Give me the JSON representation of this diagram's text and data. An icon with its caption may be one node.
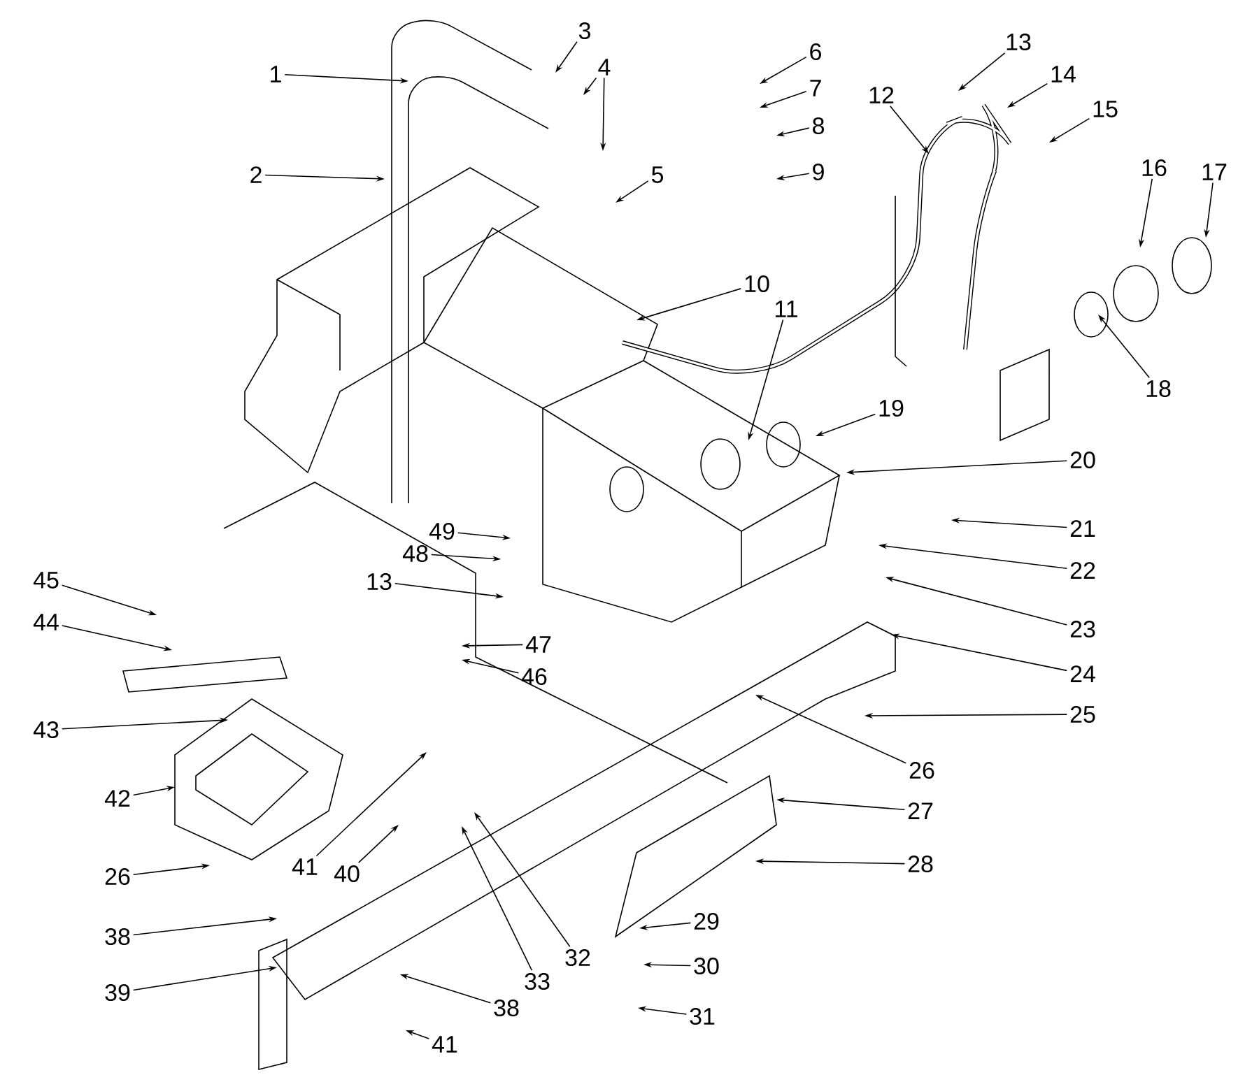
{
  "diagram": {
    "nodes": [
      {
        "text": [
          "1"
        ]
      },
      {
        "text": [
          "2"
        ]
      },
      {
        "text": [
          "3"
        ]
      },
      {
        "text": [
          "4"
        ]
      },
      {
        "text": [
          "5"
        ]
      },
      {
        "text": [
          "6"
        ]
      },
      {
        "text": [
          "7"
        ]
      },
      {
        "text": [
          "8"
        ]
      },
      {
        "text": [
          "9"
        ]
      },
      {
        "text": [
          "10"
        ]
      },
      {
        "text": [
          "11"
        ]
      },
      {
        "text": [
          "12"
        ]
      },
      {
        "text": [
          "13"
        ]
      },
      {
        "text": [
          "14"
        ]
      },
      {
        "text": [
          "15"
        ]
      },
      {
        "text": [
          "16"
        ]
      },
      {
        "text": [
          "17"
        ]
      },
      {
        "text": [
          "18"
        ]
      },
      {
        "text": [
          "19"
        ]
      },
      {
        "text": [
          "20"
        ]
      },
      {
        "text": [
          "21"
        ]
      },
      {
        "text": [
          "22"
        ]
      },
      {
        "text": [
          "23"
        ]
      },
      {
        "text": [
          "24"
        ]
      },
      {
        "text": [
          "25"
        ]
      },
      {
        "text": [
          "26"
        ]
      },
      {
        "text": [
          "27"
        ]
      },
      {
        "text": [
          "28"
        ]
      },
      {
        "text": [
          "29"
        ]
      },
      {
        "text": [
          "30"
        ]
      },
      {
        "text": [
          "31"
        ]
      },
      {
        "text": [
          "45"
        ]
      },
      {
        "text": [
          "44"
        ]
      },
      {
        "text": [
          "43"
        ]
      },
      {
        "text": [
          "42"
        ]
      },
      {
        "text": [
          "26"
        ]
      },
      {
        "text": [
          "49"
        ]
      },
      {
        "text": [
          "48"
        ]
      },
      {
        "text": [
          "13"
        ]
      },
      {
        "text": [
          "47"
        ]
      },
      {
        "text": [
          "46"
        ]
      },
      {
        "text": [
          "41"
        ]
      },
      {
        "text": [
          "40"
        ]
      },
      {
        "text": [
          "38"
        ]
      },
      {
        "text": [
          "39"
        ]
      },
      {
        "text": [
          "32"
        ]
      },
      {
        "text": [
          "33"
        ]
      },
      {
        "text": [
          "38"
        ]
      },
      {
        "text": [
          "41"
        ]
      }
    ],
    "edges": [
      {
        "from": 0,
        "to": null,
        "arrow": "to"
      },
      {
        "from": 1,
        "to": null,
        "arrow": "to"
      },
      {
        "from": 2,
        "to": null,
        "arrow": "to"
      },
      {
        "from": 3,
        "to": null,
        "arrow": "to"
      },
      {
        "from": 3,
        "to": null,
        "arrow": "to"
      },
      {
        "from": 4,
        "to": null,
        "arrow": "to"
      },
      {
        "from": 5,
        "to": null,
        "arrow": "to"
      },
      {
        "from": 6,
        "to": null,
        "arrow": "to"
      },
      {
        "from": 7,
        "to": null,
        "arrow": "to"
      },
      {
        "from": 8,
        "to": null,
        "arrow": "to"
      },
      {
        "from": 9,
        "to": null,
        "arrow": "to"
      },
      {
        "from": 10,
        "to": null,
        "arrow": "to"
      },
      {
        "from": 11,
        "to": null,
        "arrow": "to"
      },
      {
        "from": 12,
        "to": null,
        "arrow": "to"
      },
      {
        "from": 13,
        "to": null,
        "arrow": "to"
      },
      {
        "from": 14,
        "to": null,
        "arrow": "to"
      },
      {
        "from": 15,
        "to": null,
        "arrow": "to"
      },
      {
        "from": 16,
        "to": null,
        "arrow": "to"
      },
      {
        "from": 17,
        "to": null,
        "arrow": "to"
      },
      {
        "from": 18,
        "to": null,
        "arrow": "to"
      },
      {
        "from": 19,
        "to": null,
        "arrow": "to"
      },
      {
        "from": 20,
        "to": null,
        "arrow": "to"
      },
      {
        "from": 21,
        "to": null,
        "arrow": "to"
      },
      {
        "from": 22,
        "to": null,
        "arrow": "to"
      },
      {
        "from": 23,
        "to": null,
        "arrow": "to"
      },
      {
        "from": 24,
        "to": null,
        "arrow": "to"
      },
      {
        "from": 25,
        "to": null,
        "arrow": "to"
      },
      {
        "from": 26,
        "to": null,
        "arrow": "to"
      },
      {
        "from": 27,
        "to": null,
        "arrow": "to"
      },
      {
        "from": 28,
        "to": null,
        "arrow": "to"
      },
      {
        "from": 29,
        "to": null,
        "arrow": "to"
      },
      {
        "from": 30,
        "to": null,
        "arrow": "to"
      },
      {
        "from": 31,
        "to": null,
        "arrow": "to"
      },
      {
        "from": 32,
        "to": null,
        "arrow": "to"
      },
      {
        "from": 33,
        "to": null,
        "arrow": "to"
      },
      {
        "from": 34,
        "to": null,
        "arrow": "to"
      },
      {
        "from": 35,
        "to": null,
        "arrow": "to"
      },
      {
        "from": 36,
        "to": null,
        "arrow": "to"
      },
      {
        "from": 37,
        "to": null,
        "arrow": "to"
      },
      {
        "from": 38,
        "to": null,
        "arrow": "to"
      },
      {
        "from": 39,
        "to": null,
        "arrow": "to"
      },
      {
        "from": 40,
        "to": null,
        "arrow": "to"
      },
      {
        "from": 41,
        "to": null,
        "arrow": "to"
      },
      {
        "from": 42,
        "to": null,
        "arrow": "to"
      },
      {
        "from": 43,
        "to": null,
        "arrow": "to"
      },
      {
        "from": 44,
        "to": null,
        "arrow": "to"
      },
      {
        "from": 45,
        "to": null,
        "arrow": "to"
      },
      {
        "from": 46,
        "to": null,
        "arrow": "to"
      },
      {
        "from": 47,
        "to": null,
        "arrow": "to"
      },
      {
        "from": 48,
        "to": null,
        "arrow": "to"
      }
    ]
  }
}
